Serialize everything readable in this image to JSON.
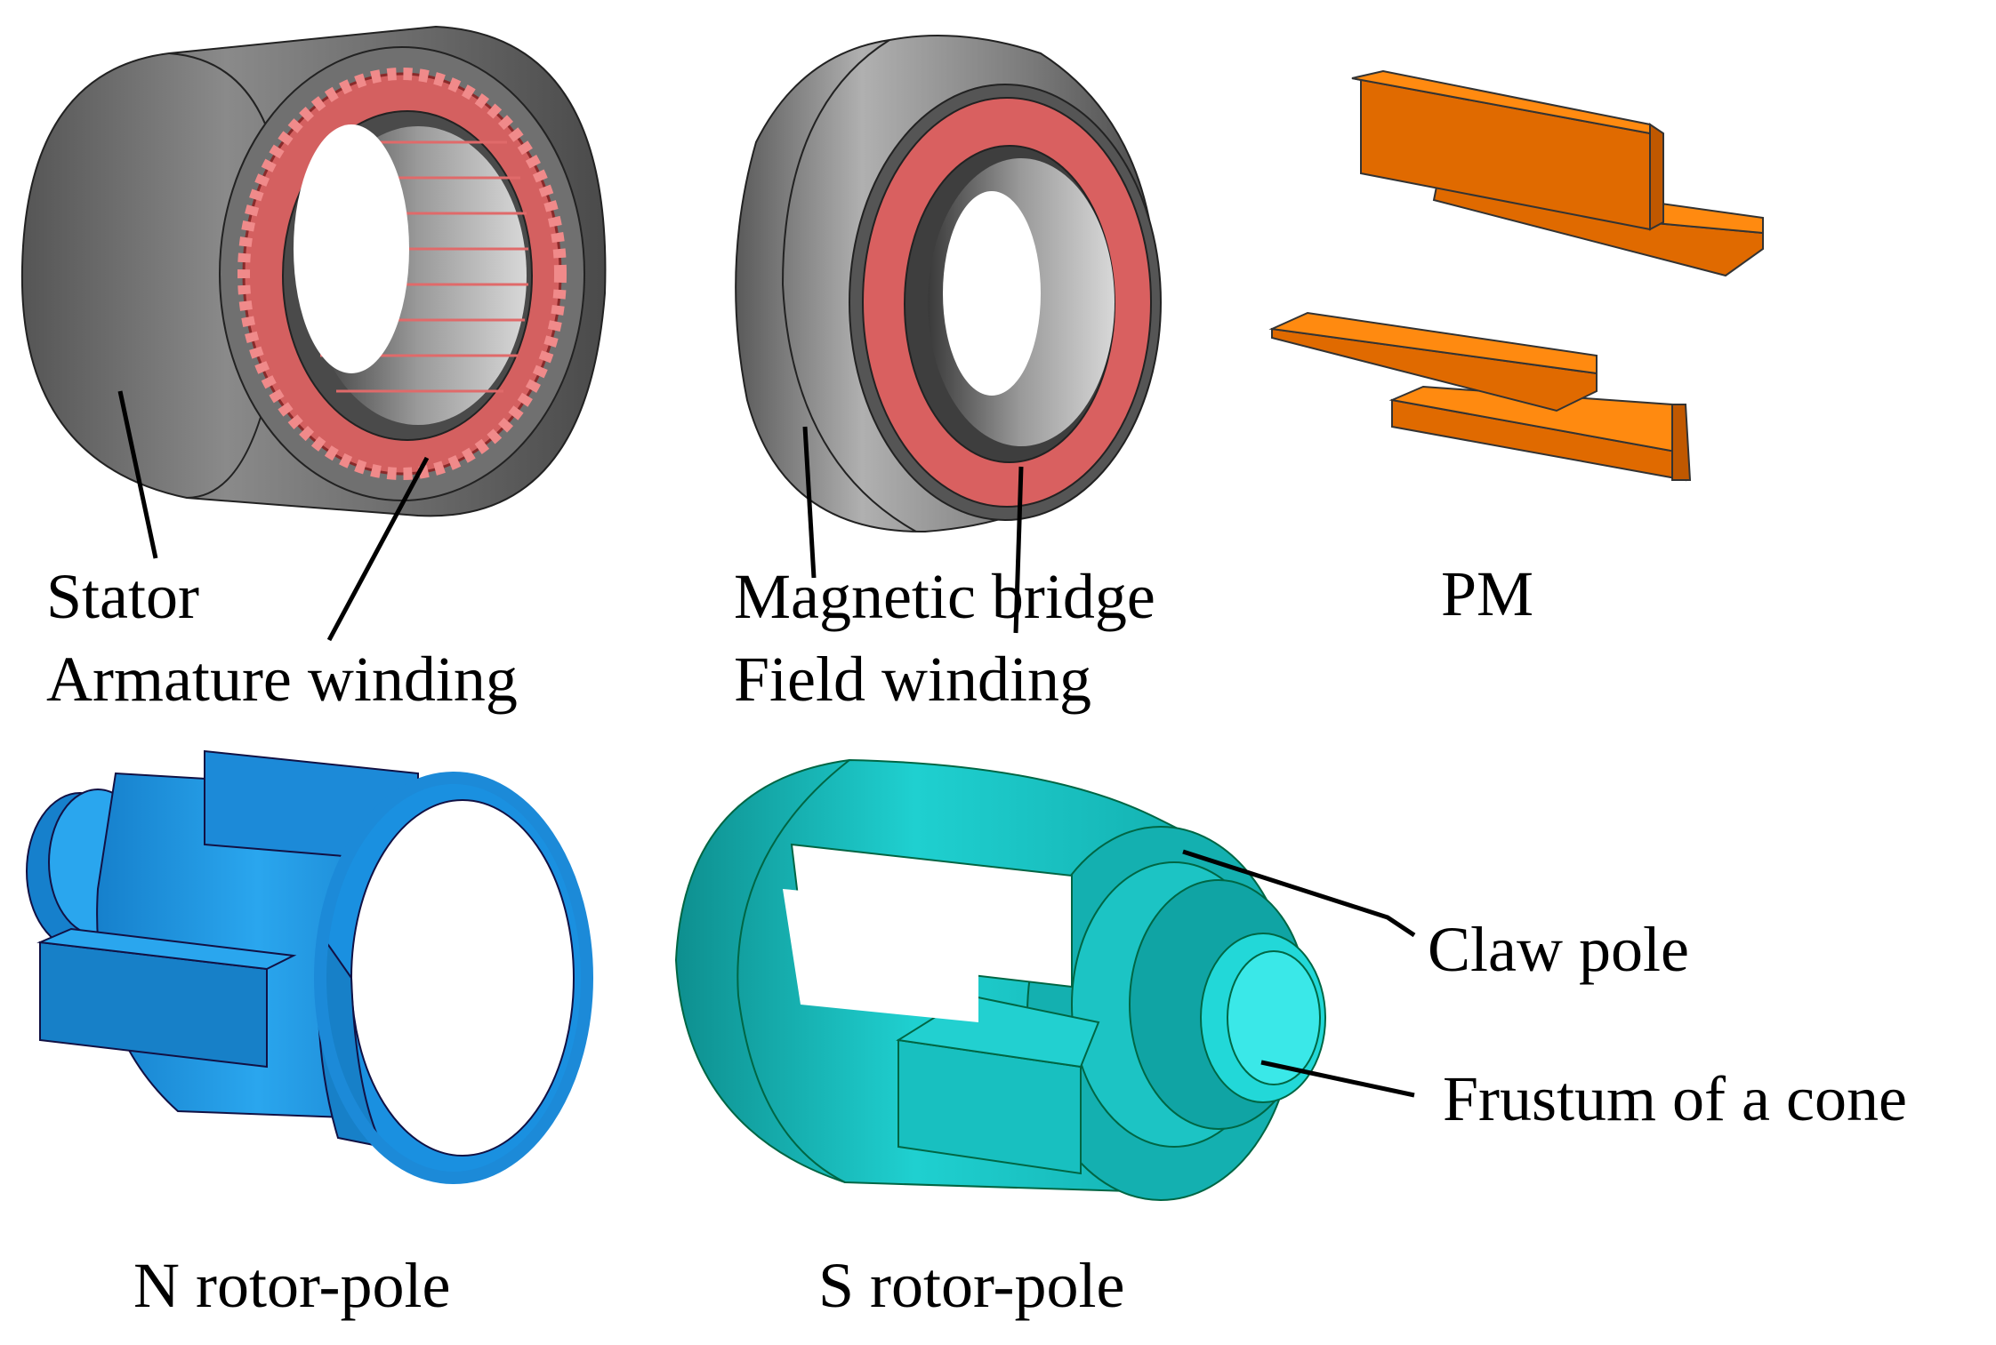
{
  "labels": {
    "stator": "Stator",
    "armature_winding": "Armature winding",
    "magnetic_bridge": "Magnetic bridge",
    "field_winding": "Field winding",
    "pm": "PM",
    "claw_pole": "Claw pole",
    "frustum": "Frustum of a cone",
    "n_rotor_pole": "N rotor-pole",
    "s_rotor_pole": "S rotor-pole"
  },
  "colors": {
    "stator_gray": "#6e6e6e",
    "winding_red": "#e06666",
    "pm_orange": "#f07a00",
    "n_rotor_blue": "#1e9ee8",
    "s_rotor_cyan": "#18c8c8"
  }
}
